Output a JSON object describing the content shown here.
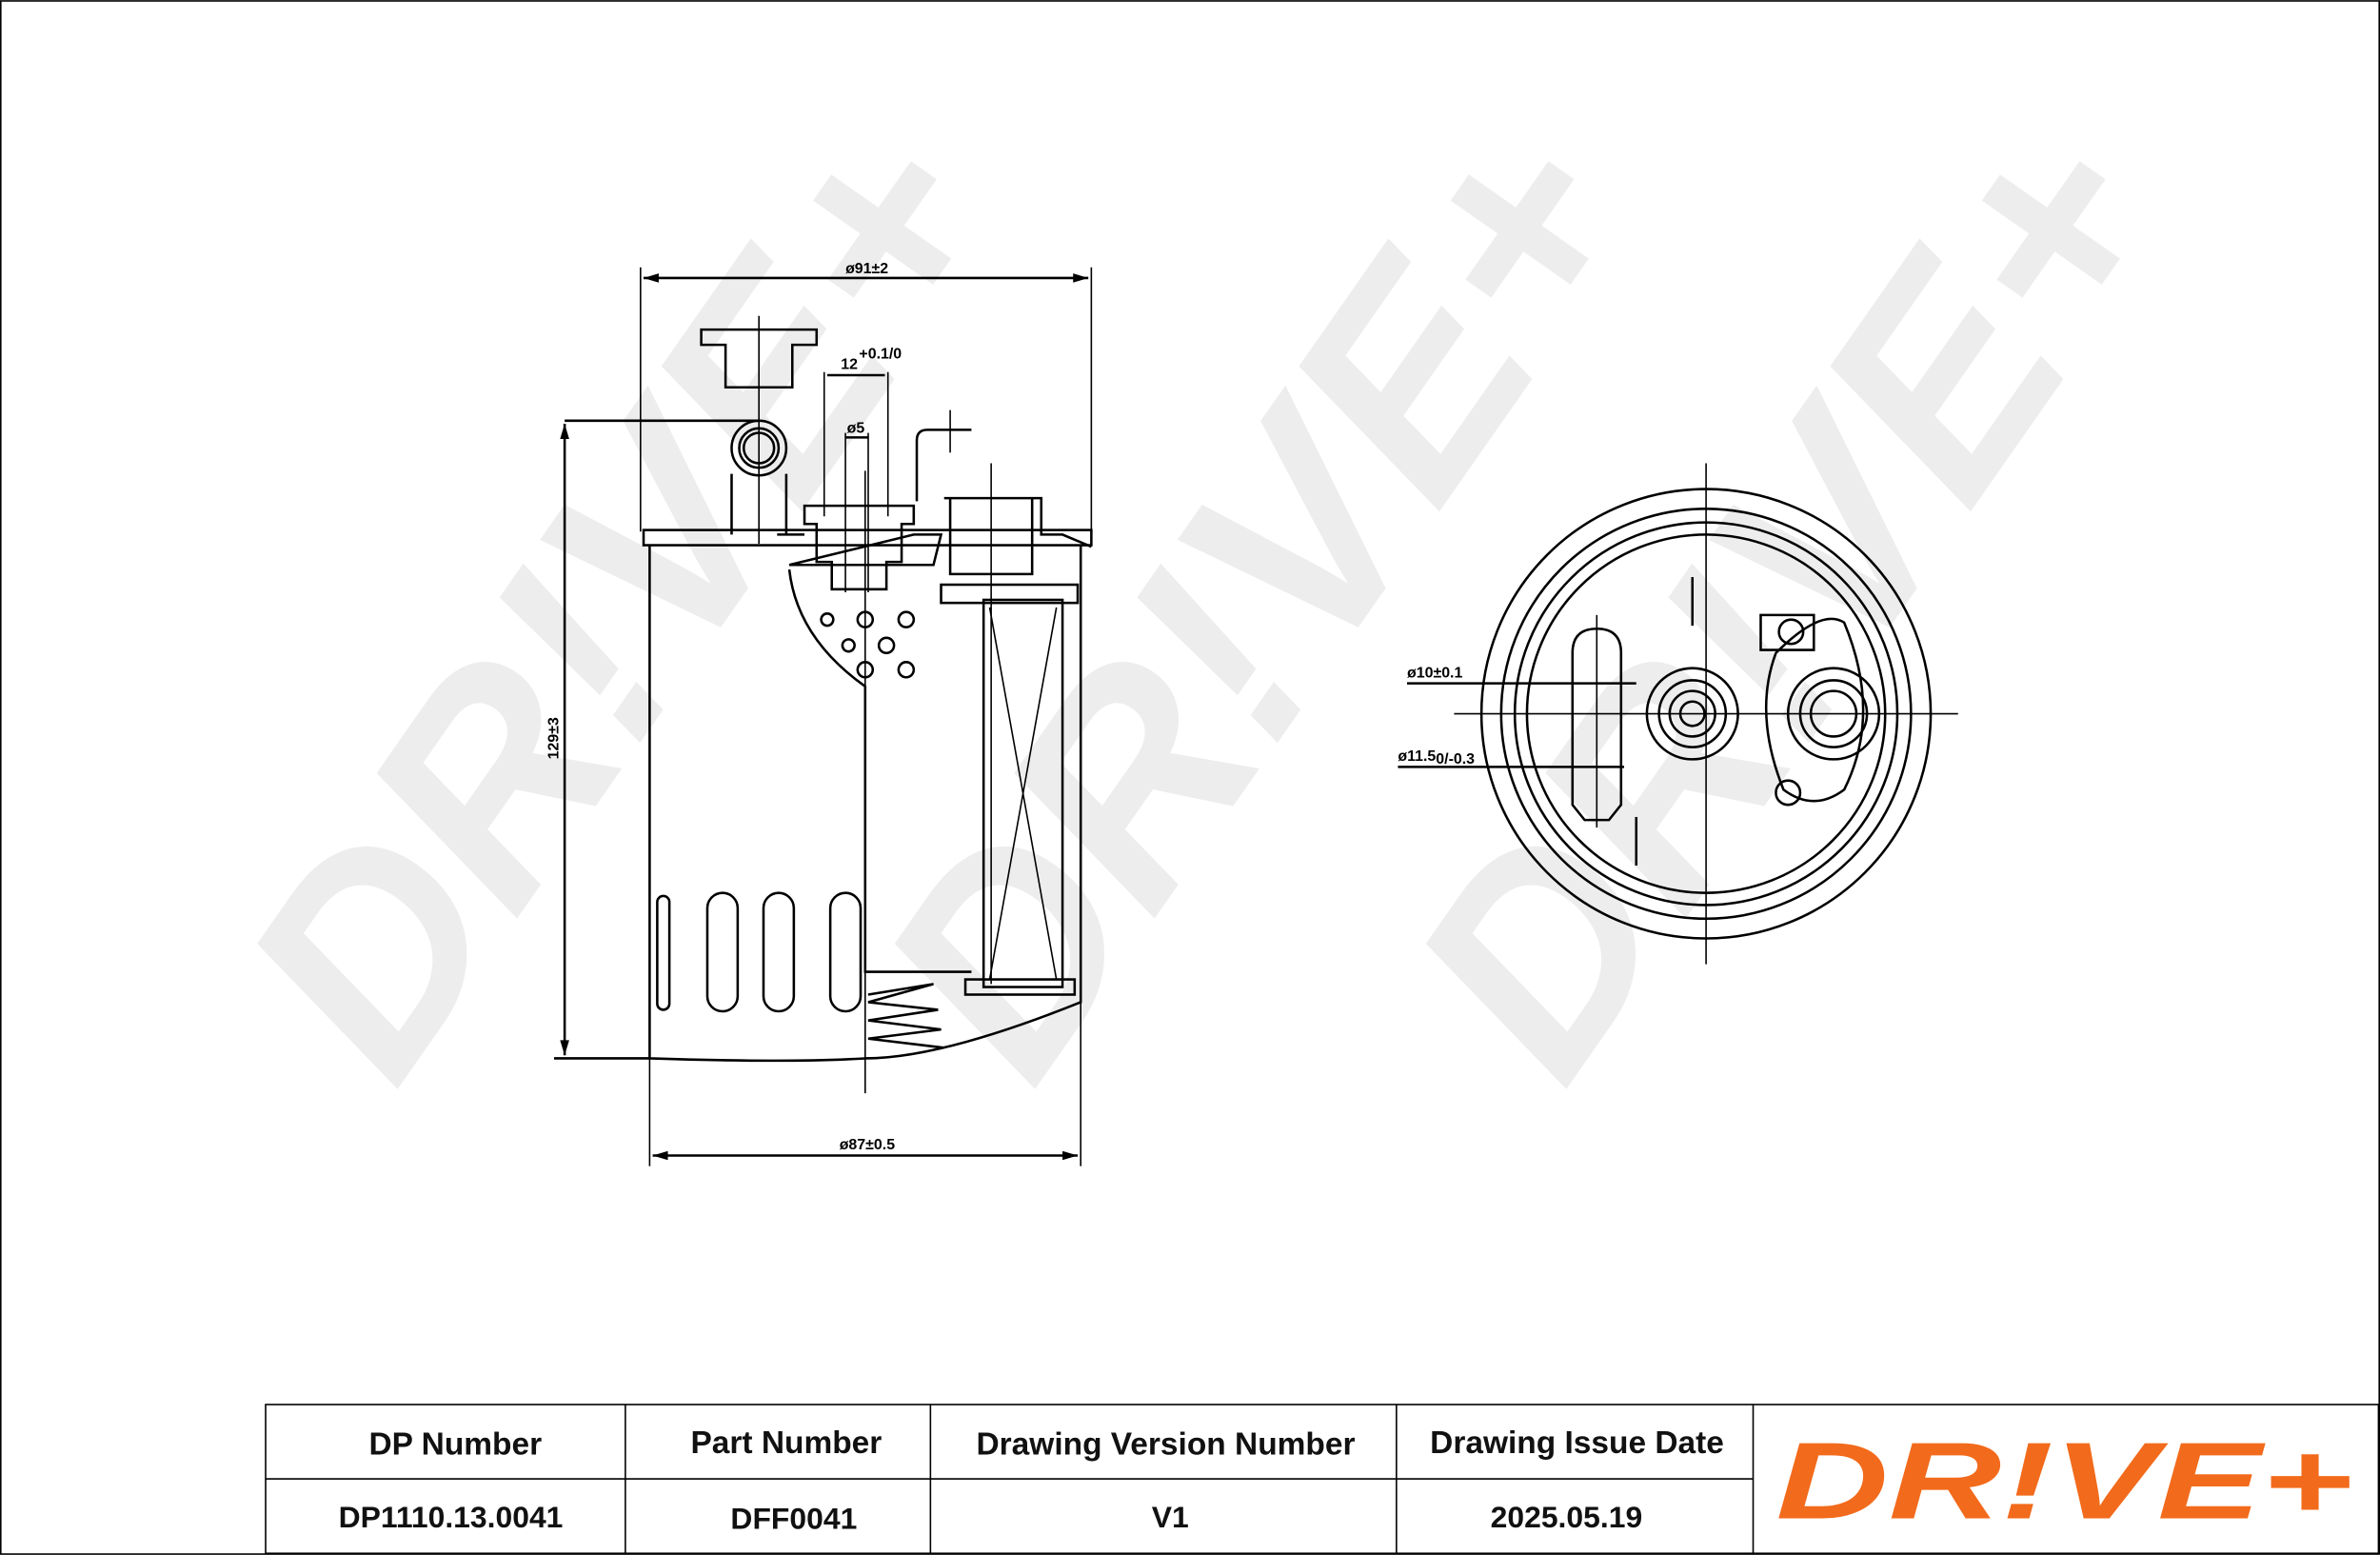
{
  "drawing": {
    "dimensions": {
      "outer_diameter_top": "ø91±2",
      "port_width": "12",
      "port_width_tol": "+0.1/0",
      "port_diameter": "ø5",
      "height": "129±3",
      "body_diameter": "ø87±0.5",
      "inner_port_diameter": "ø10±0.1",
      "outer_port_diameter": "ø11.5",
      "outer_port_tol": "0/-0.3"
    },
    "watermark": "DR!VE+"
  },
  "title_block": {
    "headers": [
      "DP Number",
      "Part Number",
      "Drawing Version Number",
      "Drawing Issue Date"
    ],
    "values": [
      "DP1110.13.0041",
      "DFF0041",
      "V1",
      "2025.05.19"
    ],
    "logo": "DR!VE+",
    "logo_color": "#f26a1b"
  }
}
